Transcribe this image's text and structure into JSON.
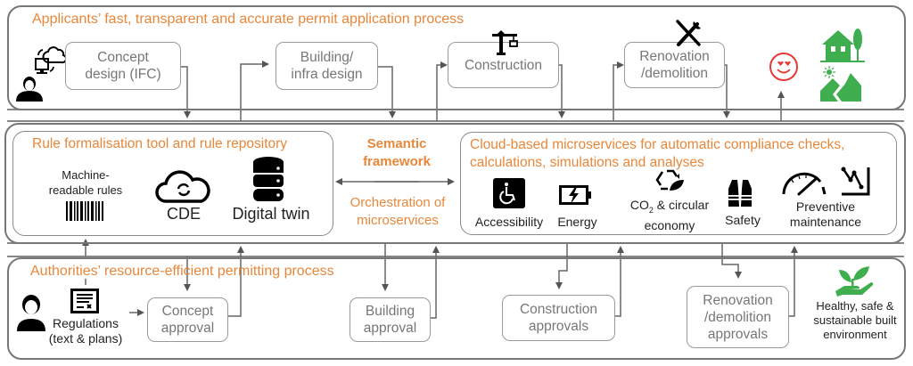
{
  "applicants": {
    "title": "Applicants’ fast, transparent and accurate permit application process",
    "steps": [
      {
        "line1": "Concept",
        "line2": "design (IFC)"
      },
      {
        "line1": "Building/",
        "line2": "infra design"
      },
      {
        "line1": "Construction",
        "line2": ""
      },
      {
        "line1": "Renovation",
        "line2": "/demolition"
      }
    ]
  },
  "platform": {
    "rule_box": {
      "title": "Rule formalisation tool and rule repository",
      "machine_rules_line1": "Machine-",
      "machine_rules_line2": "readable rules",
      "cde_label": "CDE",
      "digital_twin_label": "Digital twin"
    },
    "center": {
      "semantic_line1": "Semantic",
      "semantic_line2": "framework",
      "orchestration_line1": "Orchestration of",
      "orchestration_line2": "microservices"
    },
    "services_box": {
      "title_line1": "Cloud-based microservices for automatic compliance checks,",
      "title_line2": "calculations, simulations and analyses",
      "services": [
        {
          "line1": "Accessibility",
          "line2": "",
          "icon": "wheelchair-icon"
        },
        {
          "line1": "Energy",
          "line2": "",
          "icon": "battery-icon"
        },
        {
          "line1_pre": "CO",
          "line1_sub": "2",
          "line1_post": " & circular",
          "line2": "economy",
          "icon": "recycle-leaf-icon"
        },
        {
          "line1": "Safety",
          "line2": "",
          "icon": "safety-vest-icon"
        },
        {
          "line1": "Preventive",
          "line2": "maintenance",
          "icon": "gauge-icon"
        }
      ]
    }
  },
  "authorities": {
    "title": "Authorities’ resource-efficient permitting process",
    "regulations_line1": "Regulations",
    "regulations_line2": "(text & plans)",
    "steps": [
      {
        "line1": "Concept",
        "line2": "approval",
        "line3": ""
      },
      {
        "line1": "Building",
        "line2": "approval",
        "line3": ""
      },
      {
        "line1": "Construction",
        "line2": "approvals",
        "line3": ""
      },
      {
        "line1": "Renovation",
        "line2": "/demolition",
        "line3": "approvals"
      }
    ],
    "outcome_line1": "Healthy, safe &",
    "outcome_line2": "sustainable built",
    "outcome_line3": "environment"
  },
  "colors": {
    "accent_orange": "#e8873a",
    "green": "#3fae4f",
    "red": "#e53935",
    "line_gray": "#666666"
  }
}
